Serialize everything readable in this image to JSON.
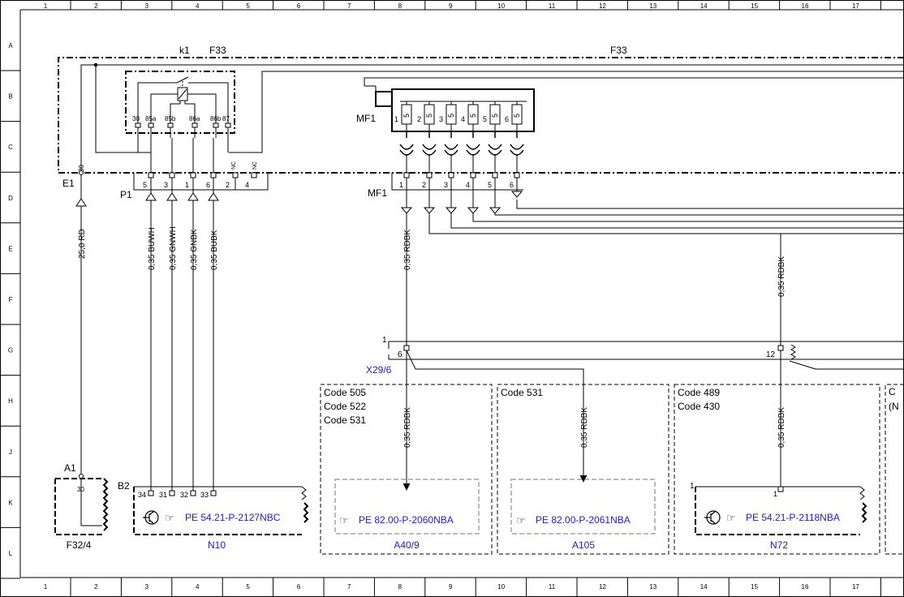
{
  "colors": {
    "line": "#000000",
    "link": "#1a1adc",
    "module_border": "#777777"
  },
  "grid": {
    "columns": [
      "1",
      "2",
      "3",
      "4",
      "5",
      "6",
      "7",
      "8",
      "9",
      "10",
      "11",
      "12",
      "13",
      "14",
      "15",
      "16",
      "17"
    ],
    "rows": [
      "A",
      "B",
      "C",
      "D",
      "E",
      "F",
      "G",
      "H",
      "J",
      "K",
      "L"
    ]
  },
  "labels": {
    "k1": "k1",
    "f33_left": "F33",
    "f33_right": "F33",
    "mf1_top": "MF1",
    "mf1_bottom": "MF1",
    "e1": "E1",
    "p1": "P1",
    "x29": "X29/6",
    "a1": "A1",
    "b2": "B2",
    "f32": "F32/4",
    "one_g": "1",
    "one_k": "1"
  },
  "relay_pins": [
    "30",
    "85a",
    "85b",
    "86a",
    "86b",
    "87"
  ],
  "p1_pins": [
    "5",
    "3",
    "1",
    "6",
    "2",
    "4"
  ],
  "nc": [
    "NC",
    "NC"
  ],
  "fuses": [
    {
      "num": "1",
      "rating": "5"
    },
    {
      "num": "2",
      "rating": "5"
    },
    {
      "num": "3",
      "rating": "5"
    },
    {
      "num": "4",
      "rating": "5"
    },
    {
      "num": "5",
      "rating": "5"
    },
    {
      "num": "6",
      "rating": "5"
    }
  ],
  "mf1_pins": [
    "1",
    "2",
    "3",
    "4",
    "5",
    "6"
  ],
  "pin_30_e1": "30",
  "pin_30_a1": "30",
  "wires": {
    "rd": "25,0 RD",
    "buwh": "0,35 BUWH",
    "gnwh": "0,35 GNWH",
    "gnbk": "0,35 GNBK",
    "bubk": "0,35 BUBK",
    "rdbk_mf1": "0,35 RDBK",
    "rdbk_right": "0,35 RDBK",
    "rdbk_a409": "0,35 RDBK",
    "rdbk_a105": "0,35 RDBK",
    "rdbk_n72": "0,35 RDBK"
  },
  "x29_pins": [
    "6",
    "12"
  ],
  "n10_pins": [
    "34",
    "31",
    "32",
    "33"
  ],
  "n72_pin": "1",
  "codes": {
    "a409": [
      "Code 505",
      "Code 522",
      "Code 531"
    ],
    "a105": [
      "Code 531"
    ],
    "n72": [
      "Code 489",
      "Code 430"
    ],
    "edge": [
      "C",
      "(N"
    ]
  },
  "modules": {
    "n10": {
      "ref": "PE 54.21-P-2127NBC",
      "name": "N10"
    },
    "a409": {
      "ref": "PE 82.00-P-2060NBA",
      "name": "A40/9"
    },
    "a105": {
      "ref": "PE 82.00-P-2061NBA",
      "name": "A105"
    },
    "n72": {
      "ref": "PE 54.21-P-2118NBA",
      "name": "N72"
    }
  }
}
